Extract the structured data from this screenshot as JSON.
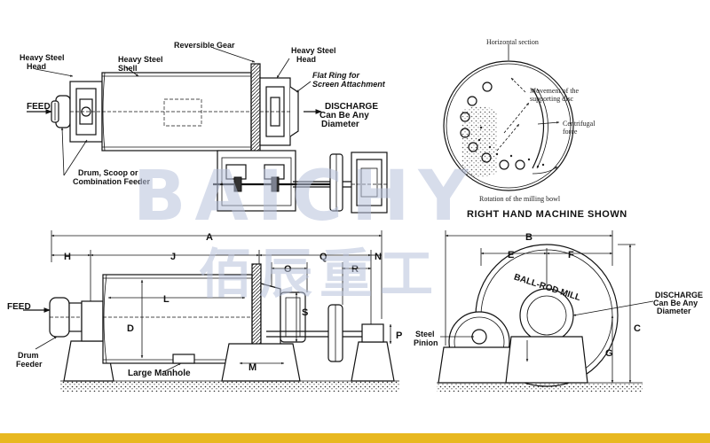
{
  "labels": {
    "heavy_steel_head_left": [
      "Heavy Steel",
      "Head"
    ],
    "heavy_steel_shell": [
      "Heavy Steel",
      "Shell"
    ],
    "reversible_gear": "Reversible Gear",
    "heavy_steel_head_right": [
      "Heavy Steel",
      "Head"
    ],
    "flat_ring": [
      "Flat Ring for",
      "Screen Attachment"
    ],
    "discharge_top": [
      "DISCHARGE",
      "Can Be Any",
      "Diameter"
    ],
    "feed_top": "FEED",
    "drum_scoop": [
      "Drum, Scoop or",
      "Combination Feeder"
    ],
    "feed_bottom": "FEED",
    "drum_feeder": [
      "Drum",
      "Feeder"
    ],
    "large_manhole": "Large Manhole",
    "steel_pinion": [
      "Steel",
      "Pinion"
    ],
    "discharge_right": [
      "DISCHARGE",
      "Can Be Any",
      "Diameter"
    ],
    "ball_rod_mill": "BALL-ROD MILL",
    "right_hand_machine": "RIGHT HAND MACHINE SHOWN"
  },
  "dimensions": {
    "A": "A",
    "H": "H",
    "J": "J",
    "O": "O",
    "Q": "Q",
    "R": "R",
    "N": "N",
    "L": "L",
    "D": "D",
    "S": "S",
    "M": "M",
    "P": "P",
    "B": "B",
    "E": "E",
    "F": "F",
    "C": "C",
    "G": "G"
  },
  "section_diagram": {
    "horizontal_section": "Horizontal section",
    "movement": [
      "Movement of the",
      "supporting disc"
    ],
    "centrifugal": [
      "Centrifugal",
      "force"
    ],
    "rotation": "Rotation of the milling bowl"
  },
  "watermark": {
    "latin": "BAICHY",
    "cjk": "佰辰重工"
  },
  "colors": {
    "line": "#111111",
    "watermark": "#b8c2dc",
    "accent_bar": "#e8b820"
  }
}
